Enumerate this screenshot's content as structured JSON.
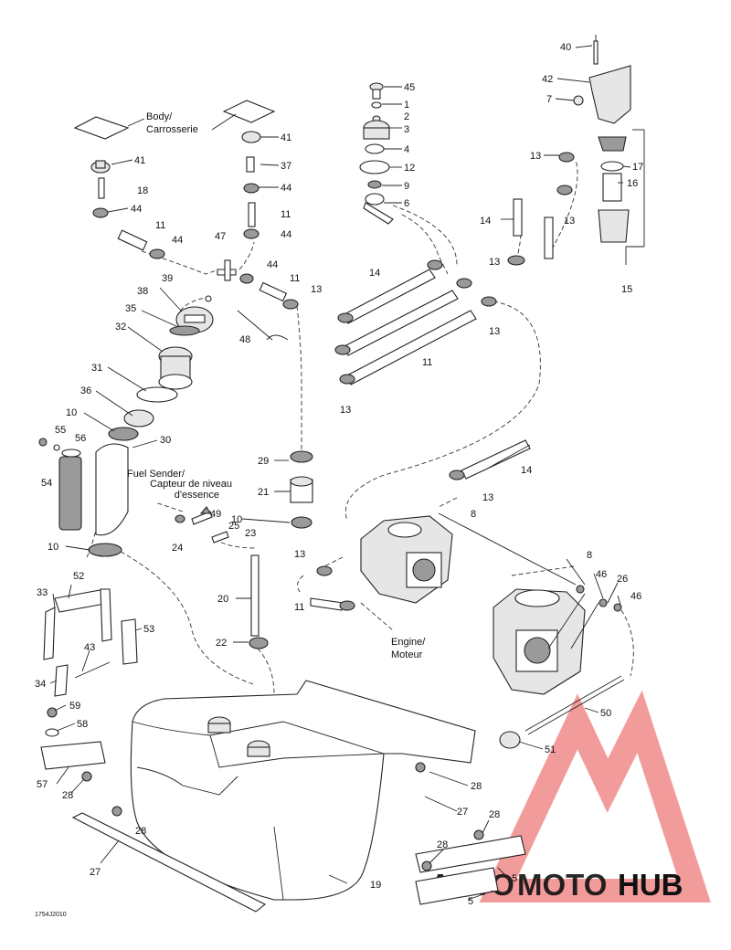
{
  "labels": {
    "body": "Body/",
    "carrosserie": "Carrosserie",
    "fuel_sender_1": "Fuel Sender/",
    "fuel_sender_2": "Capteur de niveau",
    "fuel_sender_3": "d'essence",
    "engine_1": "Engine/",
    "engine_2": "Moteur",
    "drawing_id": "1754J2010"
  },
  "watermark": {
    "auto": "AUTO",
    "moto": "MOTO",
    "hub": "HUB",
    "colors": {
      "accent": "#f08a8a",
      "dark": "#3a3a3a",
      "orange": "#f2a955"
    }
  },
  "callouts": {
    "c40": "40",
    "c42": "42",
    "c7": "7",
    "c17": "17",
    "c16": "16",
    "c15": "15",
    "c13a": "13",
    "c13b": "13",
    "c13c": "13",
    "c13d": "13",
    "c13e": "13",
    "c13f": "13",
    "c13g": "13",
    "c13h": "13",
    "c14a": "14",
    "c14b": "14",
    "c14c": "14",
    "c45": "45",
    "c1": "1",
    "c2": "2",
    "c3": "3",
    "c4": "4",
    "c12": "12",
    "c9": "9",
    "c6": "6",
    "c41a": "41",
    "c41b": "41",
    "c37": "37",
    "c44a": "44",
    "c44b": "44",
    "c44c": "44",
    "c44d": "44",
    "c44e": "44",
    "c18": "18",
    "c11a": "11",
    "c11b": "11",
    "c11c": "11",
    "c11d": "11",
    "c11e": "11",
    "c47": "47",
    "c39": "39",
    "c38": "38",
    "c35": "35",
    "c32": "32",
    "c31": "31",
    "c36": "36",
    "c10a": "10",
    "c10b": "10",
    "c10c": "10",
    "c30": "30",
    "c55": "55",
    "c56": "56",
    "c54": "54",
    "c48": "48",
    "c29": "29",
    "c21": "21",
    "c49": "49",
    "c25": "25",
    "c23": "23",
    "c24": "24",
    "c20": "20",
    "c22": "22",
    "c8a": "8",
    "c8b": "8",
    "c46a": "46",
    "c46b": "46",
    "c26": "26",
    "c52": "52",
    "c33": "33",
    "c53": "53",
    "c43": "43",
    "c34": "34",
    "c59": "59",
    "c58": "58",
    "c57": "57",
    "c28a": "28",
    "c28b": "28",
    "c28c": "28",
    "c28d": "28",
    "c28e": "28",
    "c27a": "27",
    "c27b": "27",
    "c19": "19",
    "c50": "50",
    "c51": "51",
    "c5a": "5",
    "c5b": "5"
  }
}
